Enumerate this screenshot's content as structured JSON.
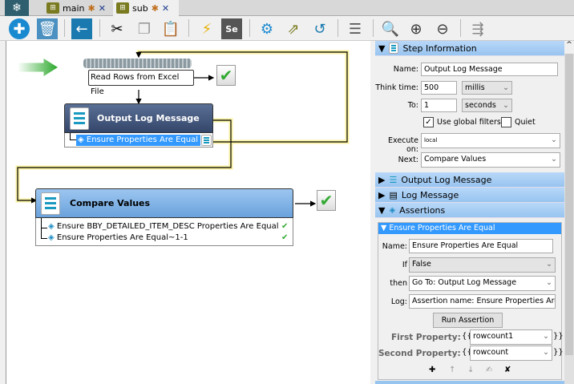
{
  "tabs": [
    {
      "label": "main",
      "modified": "✱",
      "close": "✕"
    },
    {
      "label": "sub",
      "modified": "✱",
      "close": "✕"
    }
  ],
  "toolbar": [
    "plus-icon",
    "trash-icon",
    "back-icon",
    "cut-icon",
    "copy-icon",
    "paste-icon",
    "lightning-icon",
    "selenium-icon",
    "gear-icon",
    "export-icon",
    "refresh-icon",
    "list-icon",
    "zoom-icon",
    "zoom-in-icon",
    "zoom-out-icon",
    "run-icon"
  ],
  "canvas": {
    "read_rows": "Read Rows from Excel File",
    "output_log": {
      "title": "Output Log Message",
      "assertions": [
        "Ensure Properties Are Equal"
      ]
    },
    "compare": {
      "title": "Compare Values",
      "assertions": [
        "Ensure BBY_DETAILED_ITEM_DESC Properties Are Equal",
        "Ensure Properties Are Equal~1-1"
      ]
    }
  },
  "panel": {
    "step_info": {
      "title": "Step Information",
      "name_label": "Name:",
      "name": "Output Log Message",
      "think_label": "Think time:",
      "think": "500",
      "think_unit": "millis",
      "to_label": "To:",
      "to": "1",
      "to_unit": "seconds",
      "global_filters": "Use global filters",
      "global_checked": true,
      "quiet": "Quiet",
      "quiet_checked": false,
      "execute_label": "Execute on:",
      "execute": "local",
      "next_label": "Next:",
      "next": "Compare Values"
    },
    "sections": [
      "Output Log Message",
      "Log Message",
      "Assertions"
    ],
    "assertion": {
      "title": "Ensure Properties Are Equal",
      "name_label": "Name:",
      "name": "Ensure Properties Are Equal",
      "if_label": "If",
      "if": "False",
      "then_label": "then",
      "then": "Go To: Output Log Message",
      "log_label": "Log:",
      "log": "Assertion name: Ensure Properties Are Equ",
      "run": "Run Assertion",
      "first_label": "First Property:",
      "first": "rowcount1",
      "second_label": "Second Property:",
      "second": "rowcount",
      "open": "{{",
      "close": "}}"
    },
    "actions": [
      "✚",
      "↑",
      "↓",
      "✍",
      "✘"
    ]
  }
}
